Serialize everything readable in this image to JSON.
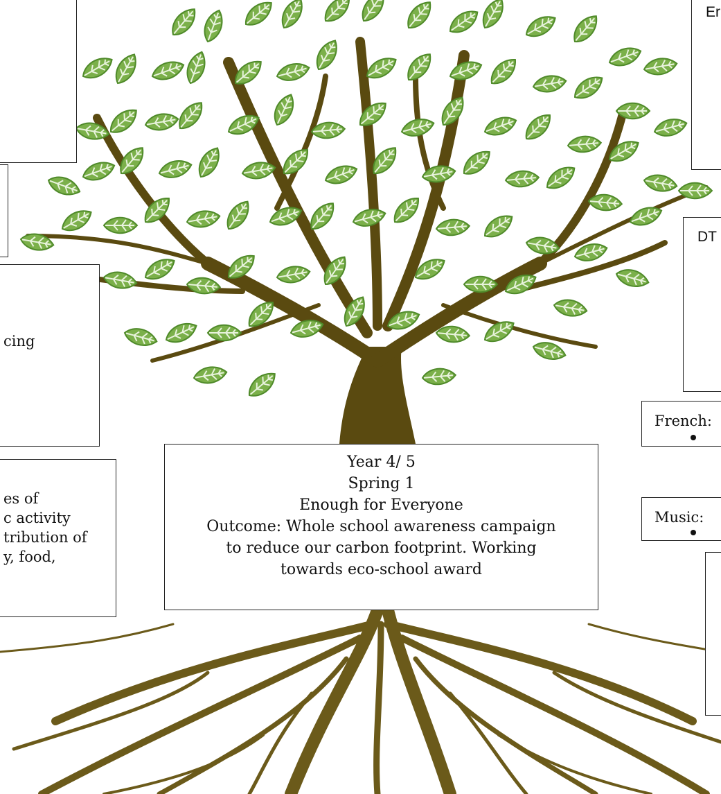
{
  "colors": {
    "trunk": "#5a4a10",
    "roots": "#6b5a1a",
    "leaf": "#7bb04a",
    "leaf_dark": "#4f8a2a",
    "vein": "#e8f3dc"
  },
  "boxes": {
    "top_left": {
      "text": ""
    },
    "upper_left_small": {
      "text": ""
    },
    "mid_left": {
      "text": "cing"
    },
    "lower_left": {
      "lines": [
        "es of",
        "c activity",
        "tribution of",
        "y, food,"
      ]
    },
    "top_right": {
      "text": "Er"
    },
    "dt": {
      "text": "DT"
    },
    "french": {
      "text": "French:"
    },
    "music": {
      "text": "Music:"
    },
    "bottom_right": {
      "text": ""
    }
  },
  "center": {
    "year": "Year 4/ 5",
    "term": "Spring 1",
    "title": "Enough for Everyone",
    "outcome_1": "Outcome: Whole school awareness campaign",
    "outcome_2": "to reduce our carbon footprint. Working",
    "outcome_3": "towards eco-school award"
  }
}
